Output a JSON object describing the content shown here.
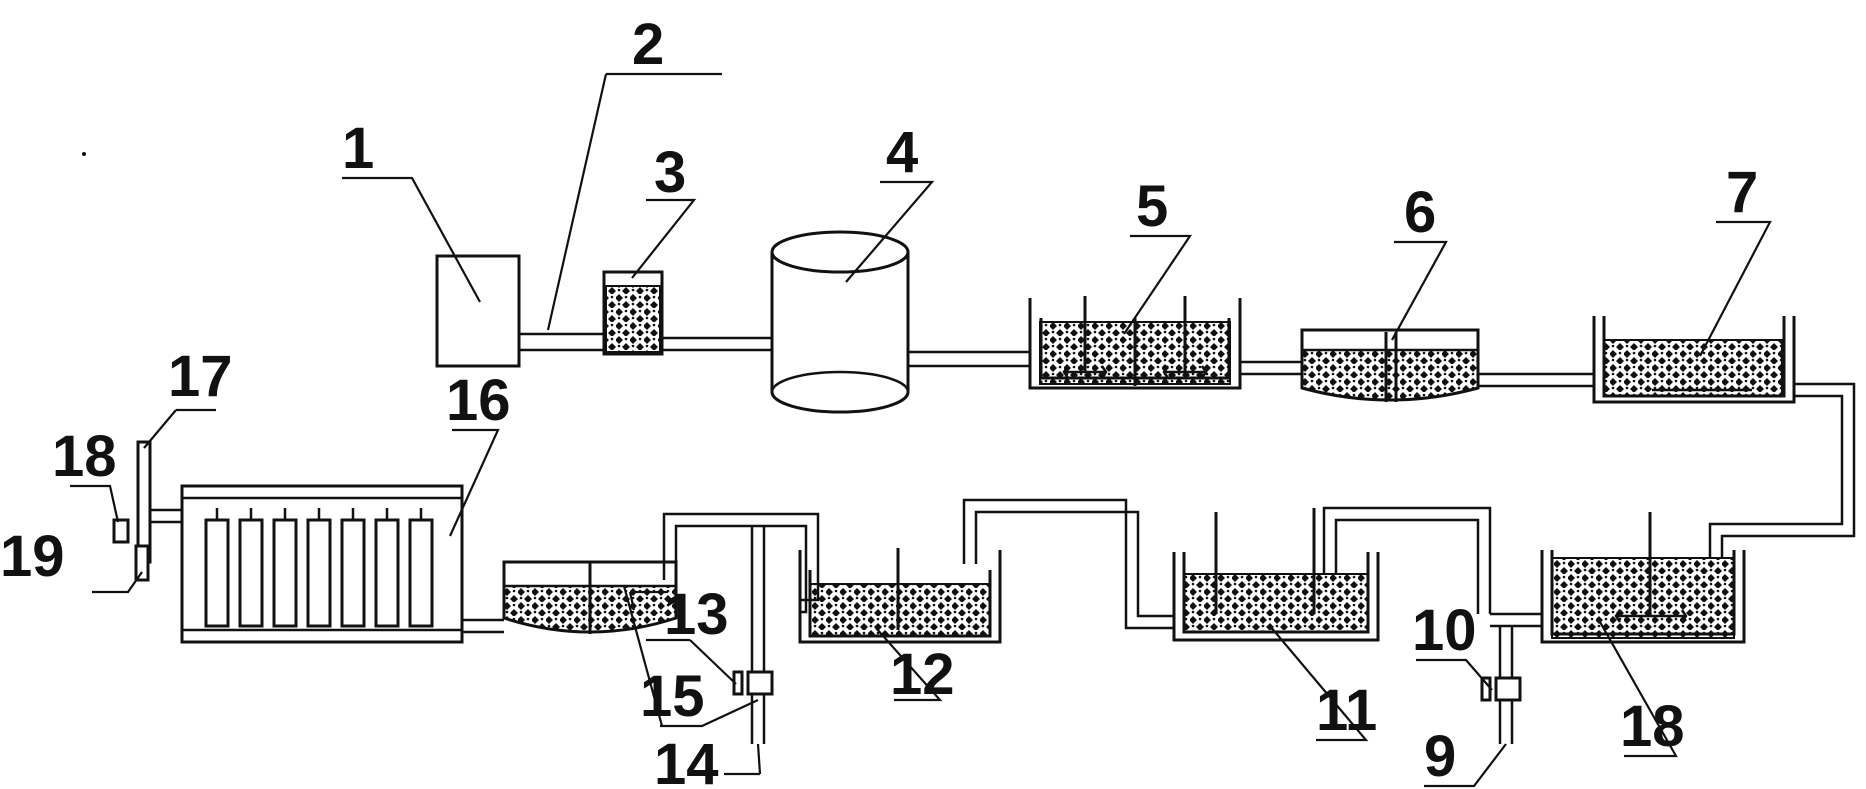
{
  "labels": {
    "l1": "1",
    "l2": "2",
    "l3": "3",
    "l4": "4",
    "l5": "5",
    "l6": "6",
    "l7": "7",
    "l9": "9",
    "l10": "10",
    "l11": "11",
    "l12": "12",
    "l13": "13",
    "l14": "14",
    "l15": "15",
    "l16": "16",
    "l17": "17",
    "l18a": "18",
    "l18b": "18",
    "l19": "19"
  }
}
